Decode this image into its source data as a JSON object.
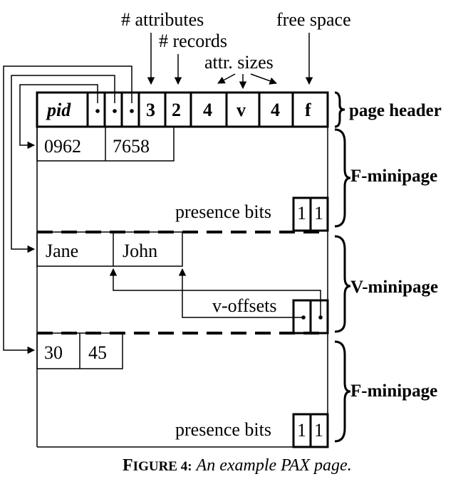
{
  "annotations": {
    "attributes": "# attributes",
    "records": "# records",
    "attr_sizes": "attr. sizes",
    "free_space": "free space"
  },
  "header": {
    "pid": "pid",
    "num_attributes": "3",
    "num_records": "2",
    "attr_size_1": "4",
    "attr_size_2": "v",
    "attr_size_3": "4",
    "free_space": "f"
  },
  "section_labels": {
    "page_header": "page header",
    "f_minipage_1": "F-minipage",
    "v_minipage": "V-minipage",
    "f_minipage_2": "F-minipage"
  },
  "minipage1": {
    "values": [
      "0962",
      "7658"
    ],
    "presence_label": "presence bits",
    "bits": [
      "1",
      "1"
    ]
  },
  "vminipage": {
    "values": [
      "Jane",
      "John"
    ],
    "offsets_label": "v-offsets"
  },
  "minipage2": {
    "values": [
      "30",
      "45"
    ],
    "presence_label": "presence bits",
    "bits": [
      "1",
      "1"
    ]
  },
  "caption": {
    "label_first": "F",
    "label_rest": "IGURE 4:",
    "text": "An example PAX page."
  }
}
